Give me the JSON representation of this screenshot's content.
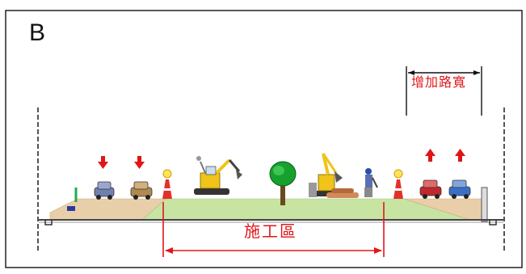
{
  "diagram": {
    "panel_label": "B",
    "widening_label": "增加路寬",
    "work_zone_label": "施工區"
  },
  "colors": {
    "frame": "#000000",
    "dimension_red": "#e0161a",
    "shoulder_fill": "#e9cfa9",
    "work_zone_fill": "#c8e4a2",
    "tree_green": "#16a02c",
    "excavator_yellow": "#f0c418"
  },
  "icons": [
    "arrow-down-icon",
    "arrow-up-icon",
    "car-icon",
    "traffic-cone-icon",
    "excavator-icon",
    "tree-icon",
    "worker-icon"
  ]
}
